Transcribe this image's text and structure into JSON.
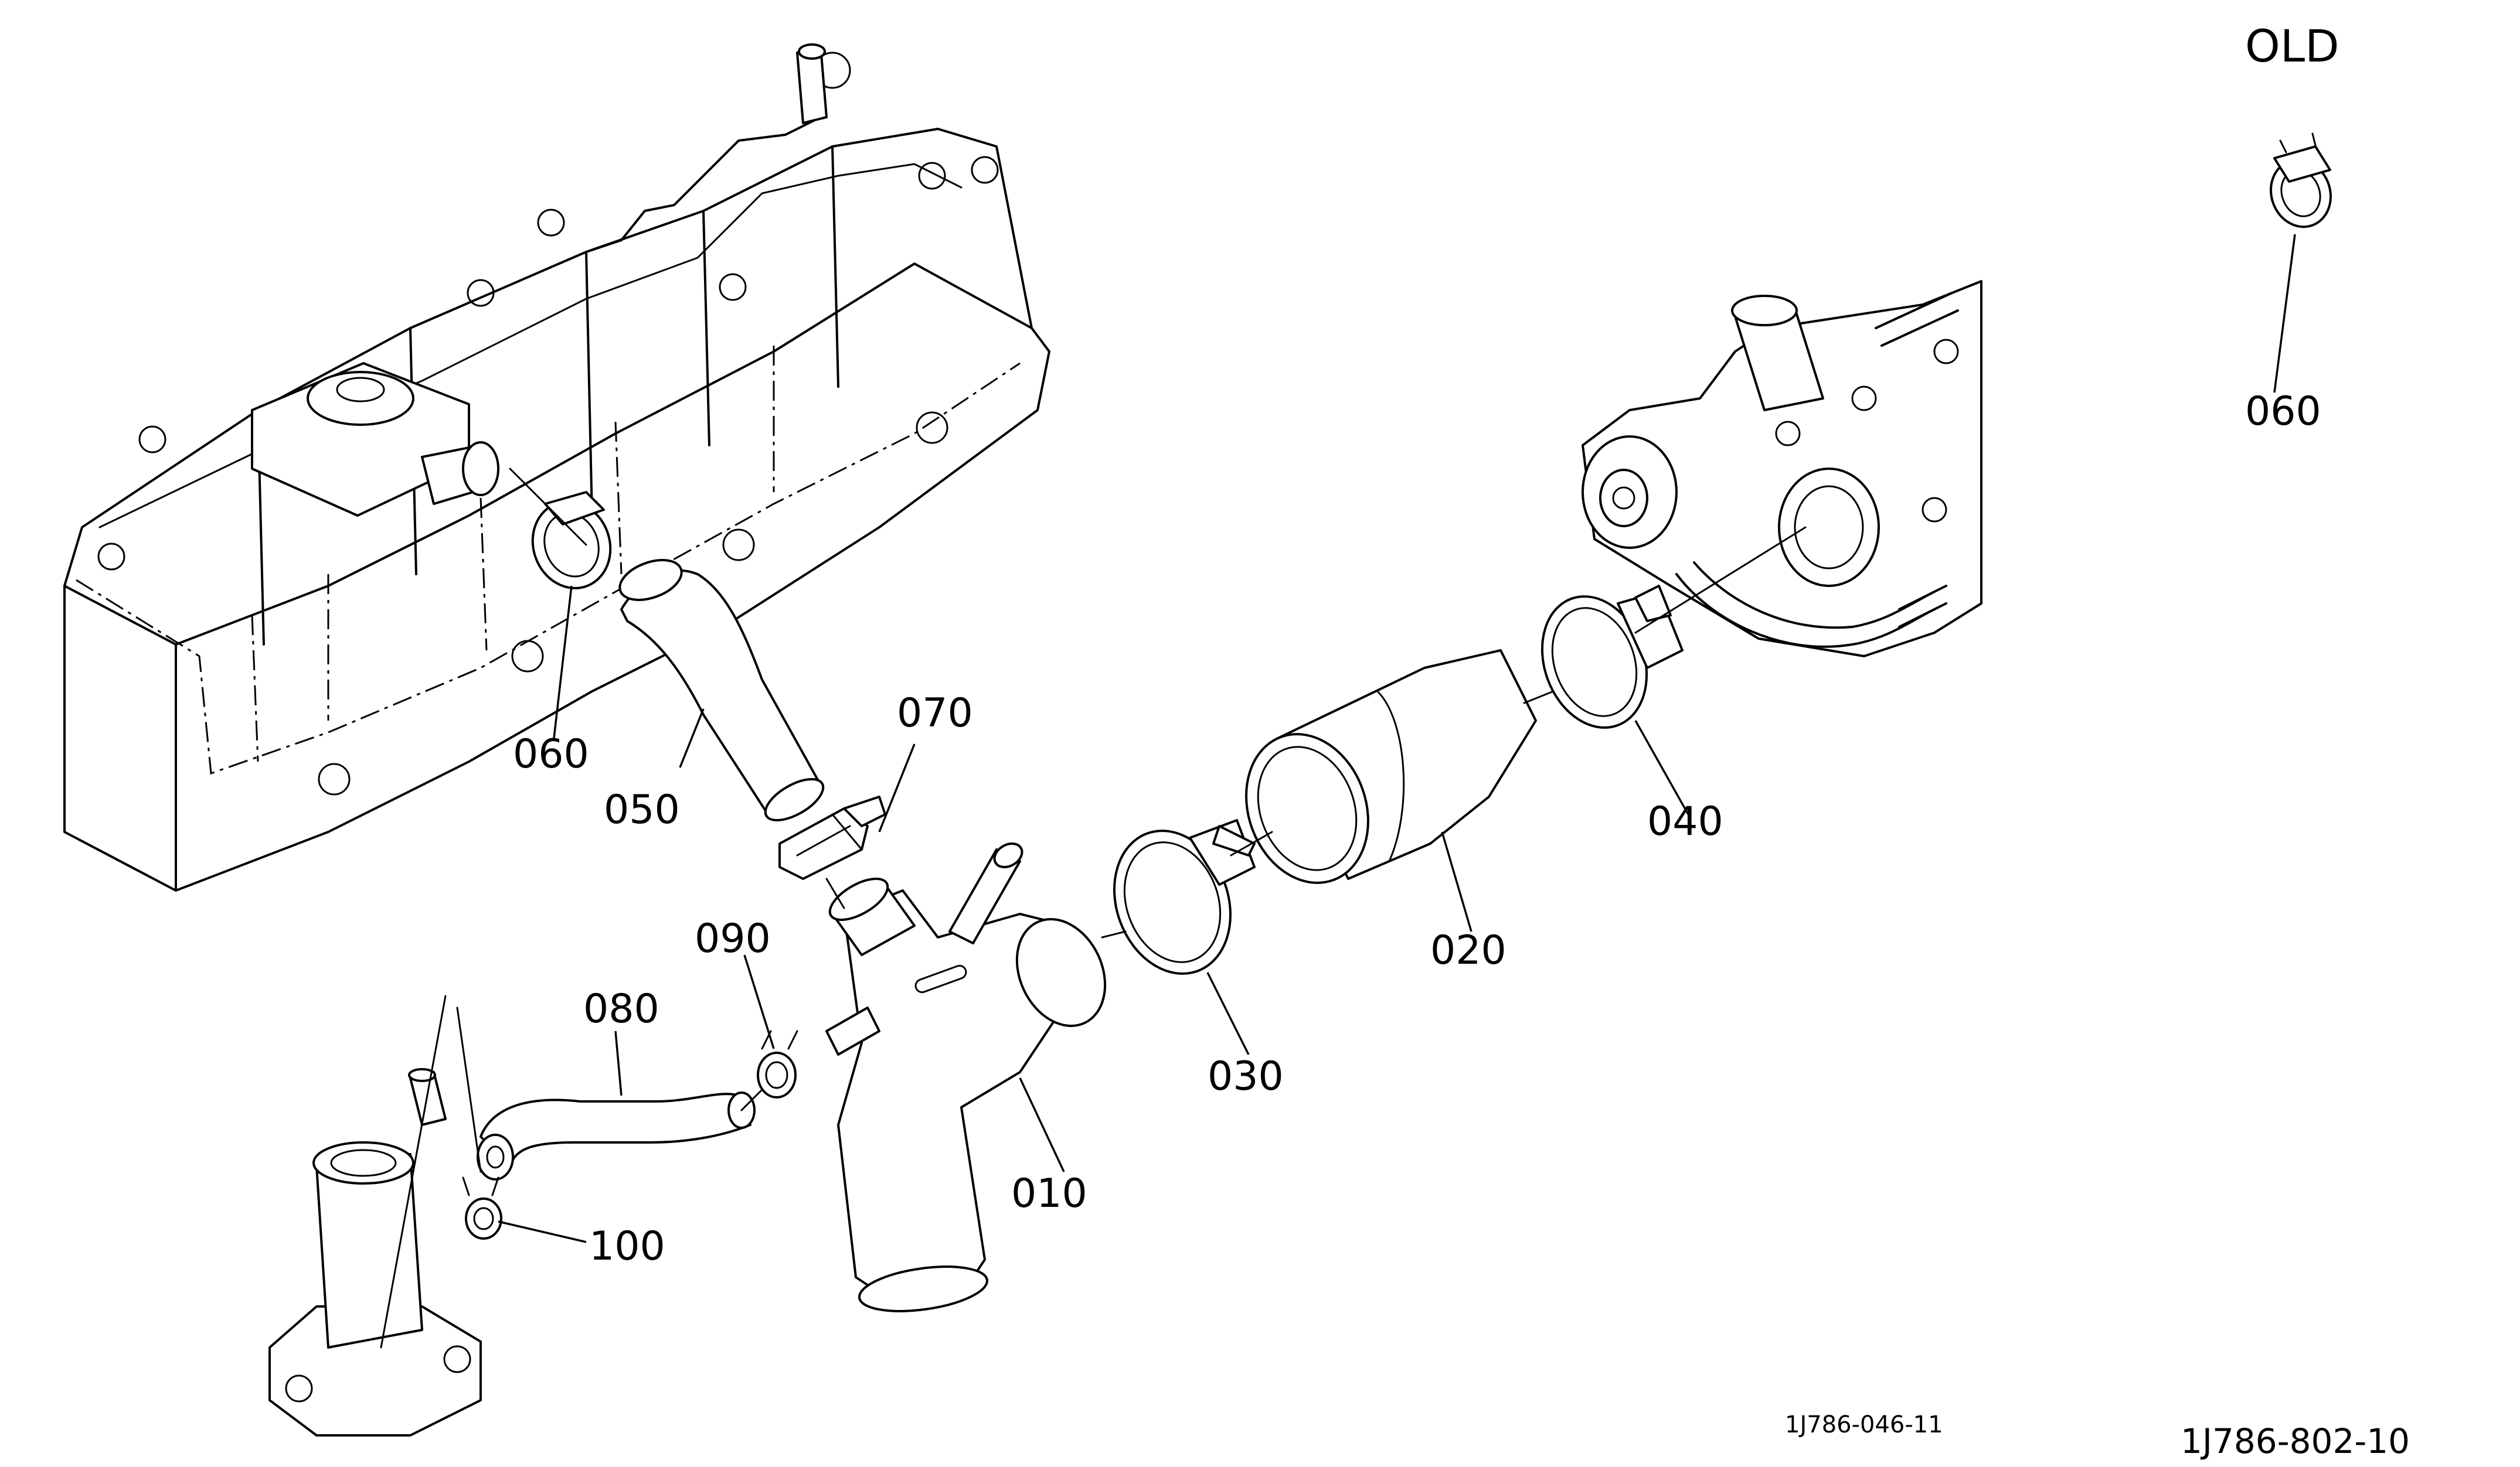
{
  "diagram": {
    "heading": "OLD",
    "figure_code": "1J786-046-11",
    "drawing_number": "1J786-802-10"
  },
  "parts": [
    {
      "id": "part-010",
      "label": "010"
    },
    {
      "id": "part-020",
      "label": "020"
    },
    {
      "id": "part-030",
      "label": "030"
    },
    {
      "id": "part-040",
      "label": "040"
    },
    {
      "id": "part-050",
      "label": "050"
    },
    {
      "id": "part-060",
      "label": "060"
    },
    {
      "id": "part-060-old",
      "label": "060"
    },
    {
      "id": "part-070",
      "label": "070"
    },
    {
      "id": "part-080",
      "label": "080"
    },
    {
      "id": "part-090",
      "label": "090"
    },
    {
      "id": "part-100",
      "label": "100"
    }
  ]
}
